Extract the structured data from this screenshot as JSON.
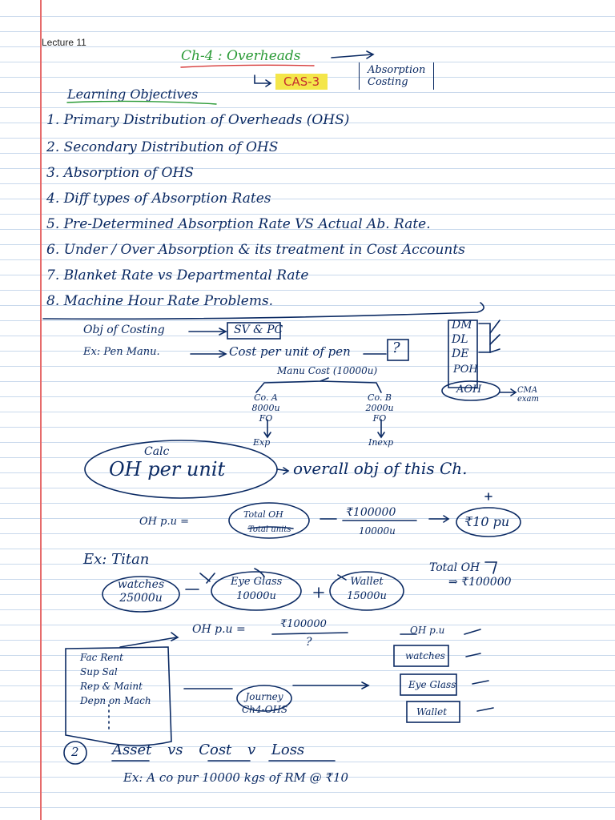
{
  "page": {
    "header": "Lecture 11"
  },
  "chapter": {
    "title": "Ch-4 : Overheads",
    "cas": "CAS-3",
    "side_box": [
      "Absorption",
      "Costing"
    ]
  },
  "objectives": {
    "heading": "Learning Objectives",
    "items": [
      "1. Primary Distribution of Overheads (OHS)",
      "2. Secondary Distribution of OHS",
      "3. Absorption of OHS",
      "4. Diff types of Absorption Rates",
      "5. Pre-Determined Absorption Rate VS Actual Ab. Rate.",
      "6. Under / Over Absorption & its treatment in Cost Accounts",
      "7. Blanket Rate vs Departmental Rate",
      "8. Machine Hour Rate Problems."
    ]
  },
  "notes": {
    "obj_line": "Obj of Costing",
    "obj_box": "SV & PC",
    "example": "Ex: Pen Manu.",
    "cost_per_unit": "Cost per unit of pen",
    "qmark": "?",
    "cost_items": [
      "DM",
      "DL",
      "DE",
      "POH",
      "AOH"
    ],
    "cma_note": "CMA exam",
    "manu_cost": "Manu Cost (10000u)",
    "branch_left": [
      "Co. A",
      "8000u",
      "FO",
      "Exp"
    ],
    "branch_right": [
      "Co. B",
      "2000u",
      "FO",
      "Inexp"
    ],
    "calc": "Calc",
    "oh_per_unit": "OH per unit",
    "overall_obj": "overall obj of this Ch.",
    "ohpu_label": "OH p.u =",
    "total_oh_frac": [
      "Total OH",
      "Total units"
    ],
    "value_frac": [
      "₹100000",
      "10000u"
    ],
    "result": "₹10 pu",
    "ex_titan": "Ex: Titan",
    "total_oh_note": [
      "Total OH",
      "⇒ ₹100000"
    ],
    "products": [
      {
        "name": "watches",
        "units": "25000u"
      },
      {
        "name": "Eye Glass",
        "units": "10000u"
      },
      {
        "name": "Wallet",
        "units": "15000u"
      }
    ],
    "ohpu2": "OH p.u =",
    "ohpu2_frac": [
      "₹100000",
      "?"
    ],
    "oh_list": [
      "Fac Rent",
      "Sup Sal",
      "Rep & Maint",
      "Depn on Mach"
    ],
    "journey": [
      "Journey",
      "Ch4-OHS"
    ],
    "ohpu_right": "OH p.u",
    "right_products": [
      "watches",
      "Eye Glass",
      "Wallet"
    ],
    "circle_two": "2",
    "bottom_heading": "Asset vs Cost v Loss",
    "bottom_example": "Ex: A co pur 10000 kgs of RM @ ₹10"
  }
}
